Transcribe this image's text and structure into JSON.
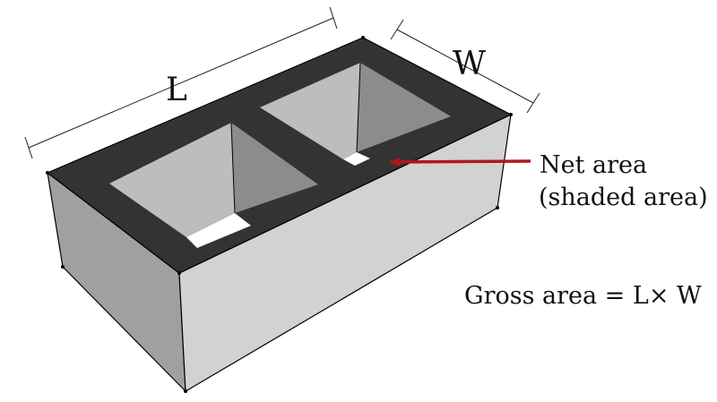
{
  "labels": {
    "length": "L",
    "width": "W",
    "net_area_line1": "Net area",
    "net_area_line2": "(shaded area)",
    "gross_area": "Gross area = L× W"
  },
  "colors": {
    "top_face": "#333333",
    "front_face": "#cfcfcf",
    "left_face": "#a0a0a0",
    "cavity_wall_light": "#bcbcbc",
    "cavity_wall_dark": "#8f8f8f",
    "arrow": "#b01818"
  }
}
